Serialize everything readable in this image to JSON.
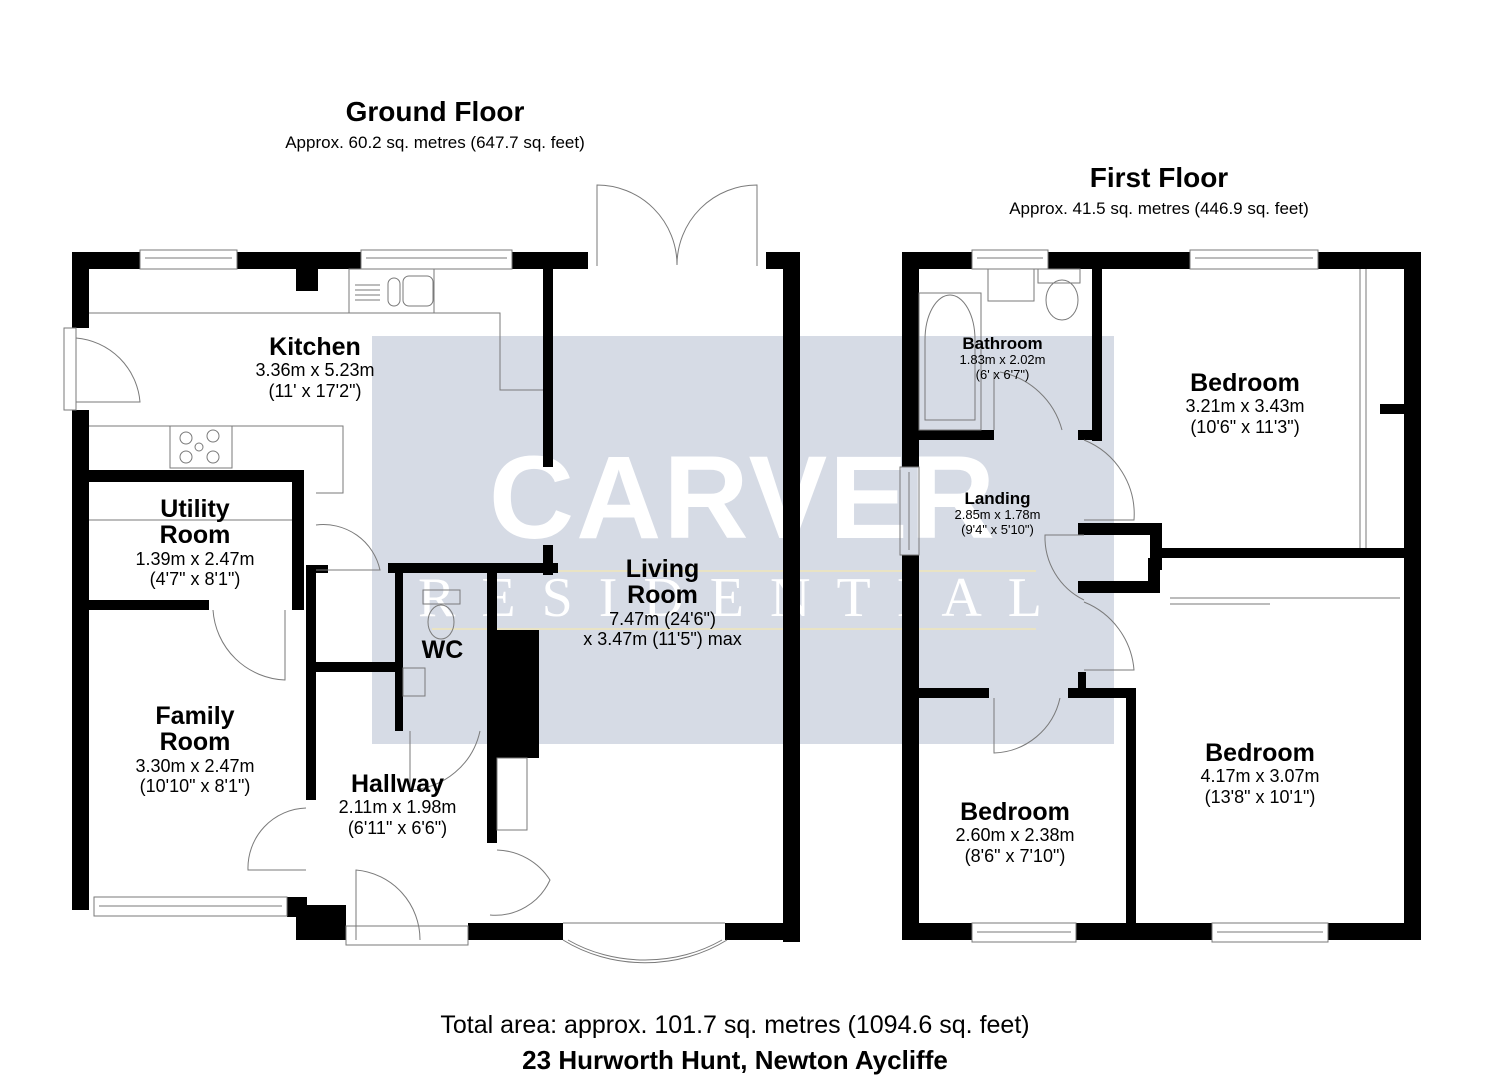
{
  "ground_floor": {
    "title": "Ground Floor",
    "area": "Approx. 60.2 sq. metres (647.7 sq. feet)",
    "rooms": [
      {
        "name": "Kitchen",
        "metric": "3.36m x 5.23m",
        "imperial": "(11' x 17'2\")"
      },
      {
        "name_line1": "Utility",
        "name_line2": "Room",
        "metric": "1.39m x 2.47m",
        "imperial": "(4'7\" x 8'1\")"
      },
      {
        "name_line1": "Family",
        "name_line2": "Room",
        "metric": "3.30m x 2.47m",
        "imperial": "(10'10\" x 8'1\")"
      },
      {
        "name": "WC"
      },
      {
        "name": "Hallway",
        "metric": "2.11m x 1.98m",
        "imperial": "(6'11\" x 6'6\")"
      },
      {
        "name_line1": "Living",
        "name_line2": "Room",
        "metric": "7.47m (24'6\")",
        "imperial": "x 3.47m (11'5\") max"
      }
    ]
  },
  "first_floor": {
    "title": "First Floor",
    "area": "Approx. 41.5 sq. metres (446.9 sq. feet)",
    "rooms": [
      {
        "name": "Bathroom",
        "metric": "1.83m x 2.02m",
        "imperial": "(6' x 6'7\")"
      },
      {
        "name": "Landing",
        "metric": "2.85m x 1.78m",
        "imperial": "(9'4\" x 5'10\")"
      },
      {
        "name": "Bedroom",
        "metric": "3.21m x 3.43m",
        "imperial": "(10'6\" x 11'3\")"
      },
      {
        "name": "Bedroom",
        "metric": "4.17m x 3.07m",
        "imperial": "(13'8\" x 10'1\")"
      },
      {
        "name": "Bedroom",
        "metric": "2.60m x 2.38m",
        "imperial": "(8'6\" x 7'10\")"
      }
    ]
  },
  "watermark": {
    "brand": "CARVER",
    "subtitle": "RESIDENTIAL",
    "box_color": "#d6dbe5"
  },
  "footer": {
    "total_area": "Total area: approx. 101.7 sq. metres (1094.6 sq. feet)",
    "address": "23 Hurworth Hunt, Newton Aycliffe"
  },
  "colors": {
    "wall": "#000000",
    "fixture_line": "#7a7a7a",
    "background": "#ffffff"
  }
}
